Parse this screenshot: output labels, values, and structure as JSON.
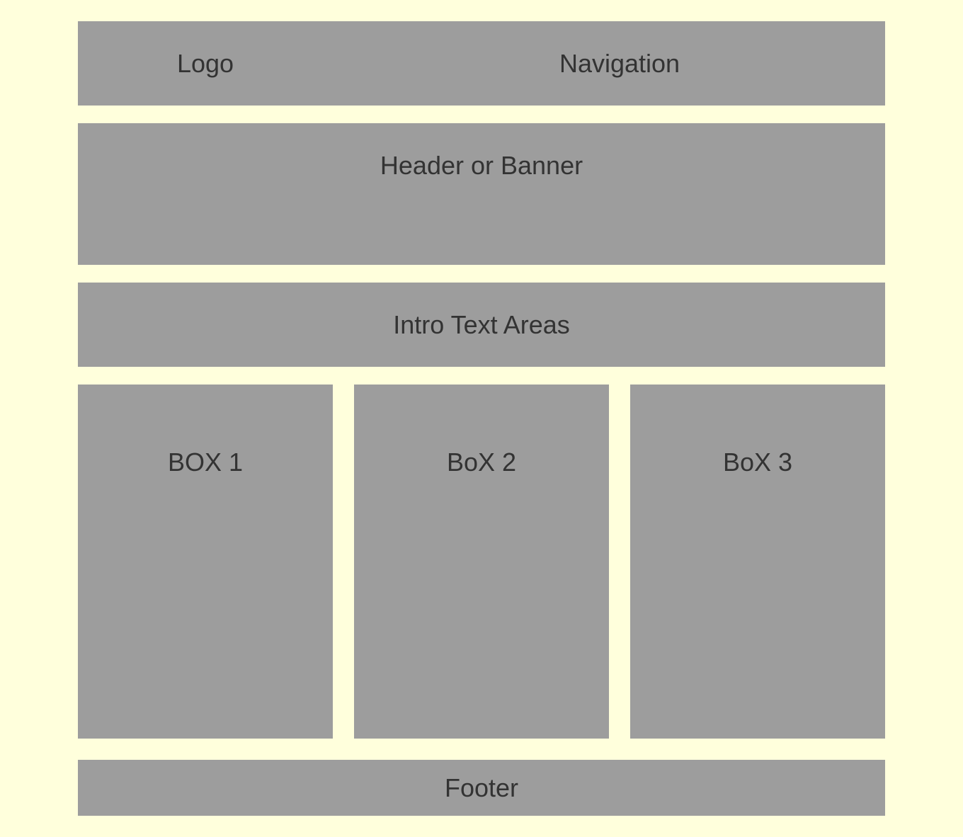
{
  "topbar": {
    "logo": "Logo",
    "navigation": "Navigation"
  },
  "banner": {
    "label": "Header or Banner"
  },
  "intro": {
    "label": "Intro Text Areas"
  },
  "boxes": [
    {
      "label": "BOX 1"
    },
    {
      "label": "BoX 2"
    },
    {
      "label": "BoX 3"
    }
  ],
  "footer": {
    "label": "Footer"
  },
  "colors": {
    "background": "#ffffdc",
    "block": "#9d9d9d",
    "text": "#333333"
  }
}
